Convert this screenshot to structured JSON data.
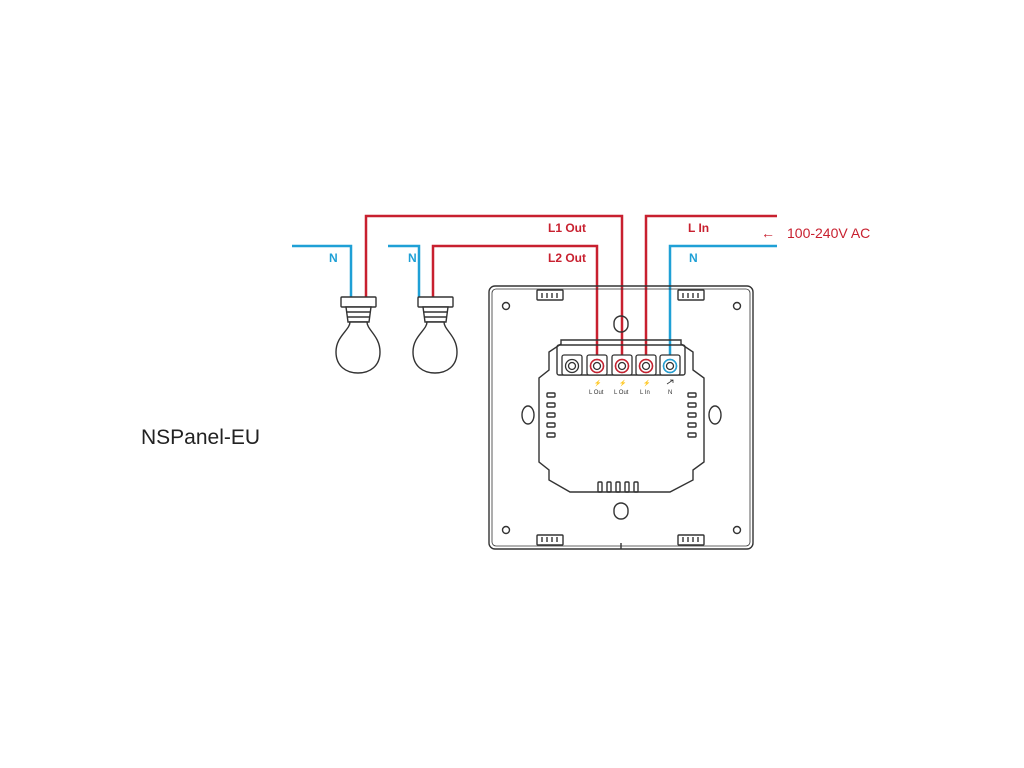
{
  "title": "NSPanel-EU",
  "supply": {
    "label": "100-240V AC",
    "arrow": "←"
  },
  "wires": {
    "l1_out": "L1 Out",
    "l2_out": "L2 Out",
    "l_in": "L In",
    "n_main": "N",
    "n_lamp1": "N",
    "n_lamp2": "N"
  },
  "terminals": [
    {
      "symbol": "",
      "label": ""
    },
    {
      "symbol": "⚡",
      "label": "L Out"
    },
    {
      "symbol": "⚡",
      "label": "L Out"
    },
    {
      "symbol": "⚡",
      "label": "L In"
    },
    {
      "symbol": "",
      "label": "N"
    }
  ],
  "colors": {
    "live": "#c8202f",
    "neutral": "#1fa0d6",
    "outline": "#333333"
  }
}
